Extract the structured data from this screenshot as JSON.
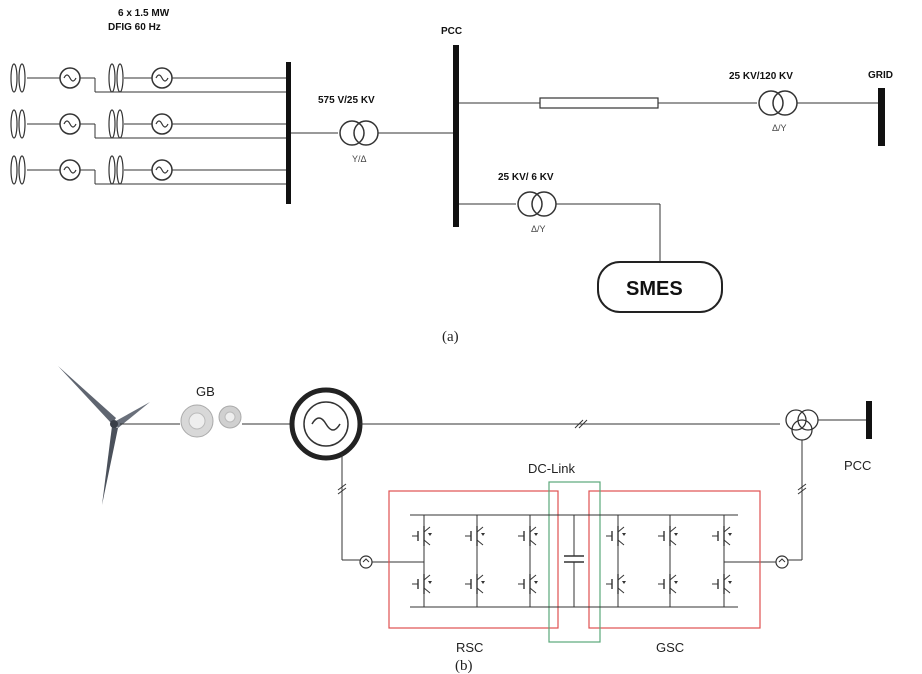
{
  "part_a": {
    "wind_farm_label_line1": "6 x 1.5 MW",
    "wind_farm_label_line2": "DFIG 60 Hz",
    "pcc_label": "PCC",
    "grid_label": "GRID",
    "transformer1_rating": "575 V/25 KV",
    "transformer1_connection": "Y/Δ",
    "transformer2_rating": "25 KV/120 KV",
    "transformer2_connection": "Δ/Y",
    "transformer3_rating": "25 KV/ 6 KV",
    "transformer3_connection": "Δ/Y",
    "smes_label": "SMES",
    "caption": "(a)"
  },
  "part_b": {
    "gearbox_label": "GB",
    "dclink_label": "DC-Link",
    "pcc_label": "PCC",
    "rsc_label": "RSC",
    "gsc_label": "GSC",
    "caption": "(b)"
  },
  "colors": {
    "line": "#222222",
    "converter_box": "#e05050",
    "dclink_box": "#5aa87a"
  }
}
